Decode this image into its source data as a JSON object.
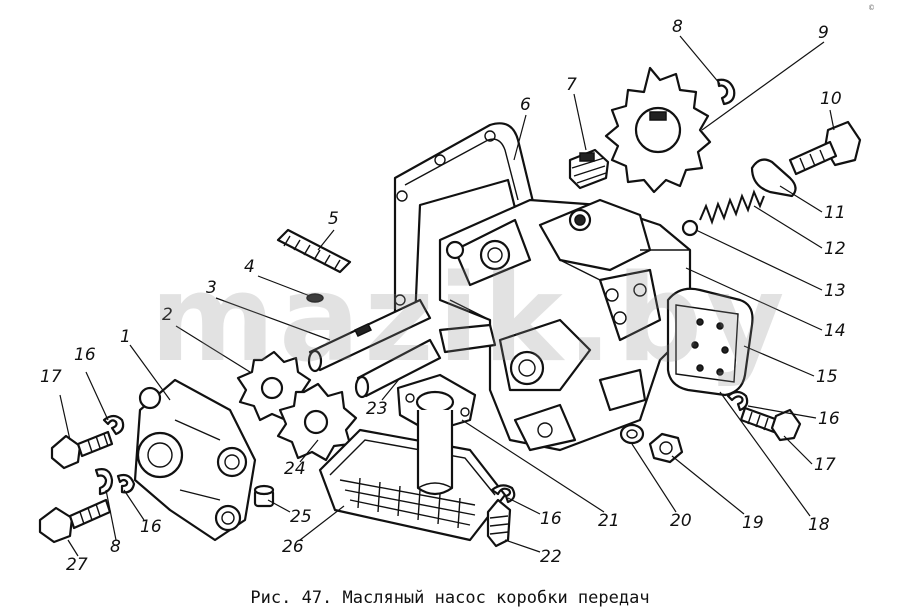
{
  "caption": "Рис. 47. Масляный насос коробки передач",
  "watermark": "mazik.by",
  "corner_mark": "©",
  "callouts": [
    "1",
    "2",
    "3",
    "4",
    "5",
    "6",
    "7",
    "8",
    "9",
    "10",
    "11",
    "12",
    "13",
    "14",
    "15",
    "16",
    "17",
    "18",
    "19",
    "20",
    "21",
    "22",
    "23",
    "24",
    "25",
    "26",
    "27"
  ],
  "labels": [
    {
      "id": "l17a",
      "text": "17"
    },
    {
      "id": "l16a",
      "text": "16"
    },
    {
      "id": "l1",
      "text": "1"
    },
    {
      "id": "l2",
      "text": "2"
    },
    {
      "id": "l3",
      "text": "3"
    },
    {
      "id": "l4",
      "text": "4"
    },
    {
      "id": "l5",
      "text": "5"
    },
    {
      "id": "l6",
      "text": "6"
    },
    {
      "id": "l7",
      "text": "7"
    },
    {
      "id": "l8a",
      "text": "8"
    },
    {
      "id": "l9",
      "text": "9"
    },
    {
      "id": "l10",
      "text": "10"
    },
    {
      "id": "l11",
      "text": "11"
    },
    {
      "id": "l12",
      "text": "12"
    },
    {
      "id": "l13",
      "text": "13"
    },
    {
      "id": "l14",
      "text": "14"
    },
    {
      "id": "l15",
      "text": "15"
    },
    {
      "id": "l16b",
      "text": "16"
    },
    {
      "id": "l17b",
      "text": "17"
    },
    {
      "id": "l18",
      "text": "18"
    },
    {
      "id": "l19",
      "text": "19"
    },
    {
      "id": "l20",
      "text": "20"
    },
    {
      "id": "l21",
      "text": "21"
    },
    {
      "id": "l16c",
      "text": "16"
    },
    {
      "id": "l22",
      "text": "22"
    },
    {
      "id": "l23",
      "text": "23"
    },
    {
      "id": "l24",
      "text": "24"
    },
    {
      "id": "l25",
      "text": "25"
    },
    {
      "id": "l26",
      "text": "26"
    },
    {
      "id": "l16d",
      "text": "16"
    },
    {
      "id": "l8b",
      "text": "8"
    },
    {
      "id": "l27",
      "text": "27"
    }
  ]
}
